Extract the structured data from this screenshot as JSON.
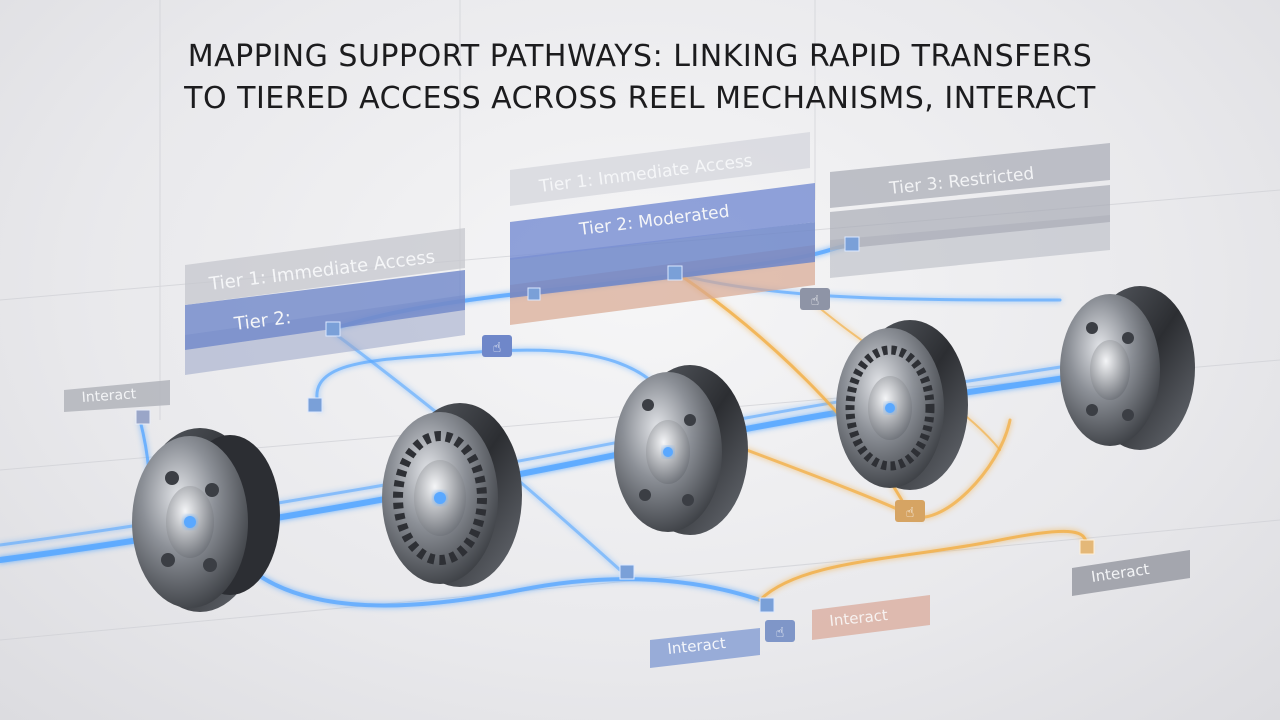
{
  "title": {
    "line1": "MAPPING SUPPORT PATHWAYS: LINKING RAPID TRANSFERS",
    "line2": "TO TIERED ACCESS ACROSS REEL MECHANISMS, INTERACT"
  },
  "tier_stacks": [
    {
      "label_top": "Tier 1: Immediate Access",
      "label_mid": "Tier 2:"
    },
    {
      "label_top": "Tier 1: Immediate Access",
      "label_mid": "Tier 2: Moderated"
    },
    {
      "label_top": "Tier 3: Restricted"
    }
  ],
  "interact_buttons": [
    "Interact",
    "Interact",
    "Interact",
    "Interact"
  ],
  "colors": {
    "blue_glow": "#5aa8ff",
    "orange_glow": "#f2b04a",
    "tier_blue": "#6f87c9",
    "tier_gray": "#b9bcc4",
    "tier_peach": "#d9a892"
  }
}
